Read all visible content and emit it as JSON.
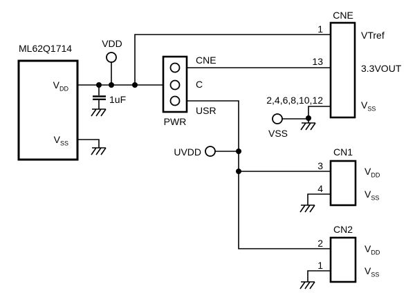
{
  "schematic": {
    "mcu": {
      "name": "ML62Q1714",
      "pin_vdd": {
        "base": "V",
        "sub": "DD"
      },
      "pin_vss": {
        "base": "V",
        "sub": "SS"
      }
    },
    "supply": {
      "vdd_label": "VDD",
      "capacitor_value": "1uF",
      "uvdd_label": "UVDD",
      "vss_label": "VSS"
    },
    "pwr_connector": {
      "name": "PWR",
      "pin_cne": "CNE",
      "pin_c": "C",
      "pin_usr": "USR"
    },
    "cne_connector": {
      "name": "CNE",
      "pin1_number": "1",
      "pin1_signal": "VTref",
      "pin13_number": "13",
      "pin13_signal": "3.3VOUT",
      "pin_even_numbers": "2,4,6,8,10,12",
      "pin_even_signal": {
        "base": "V",
        "sub": "SS"
      }
    },
    "cn1_connector": {
      "name": "CN1",
      "pin_top_number": "3",
      "pin_top_signal": {
        "base": "V",
        "sub": "DD"
      },
      "pin_bottom_number": "4",
      "pin_bottom_signal": {
        "base": "V",
        "sub": "SS"
      }
    },
    "cn2_connector": {
      "name": "CN2",
      "pin_top_number": "2",
      "pin_top_signal": {
        "base": "V",
        "sub": "DD"
      },
      "pin_bottom_number": "1",
      "pin_bottom_signal": {
        "base": "V",
        "sub": "SS"
      }
    },
    "colors": {
      "line": "#000000",
      "background": "#ffffff"
    }
  }
}
